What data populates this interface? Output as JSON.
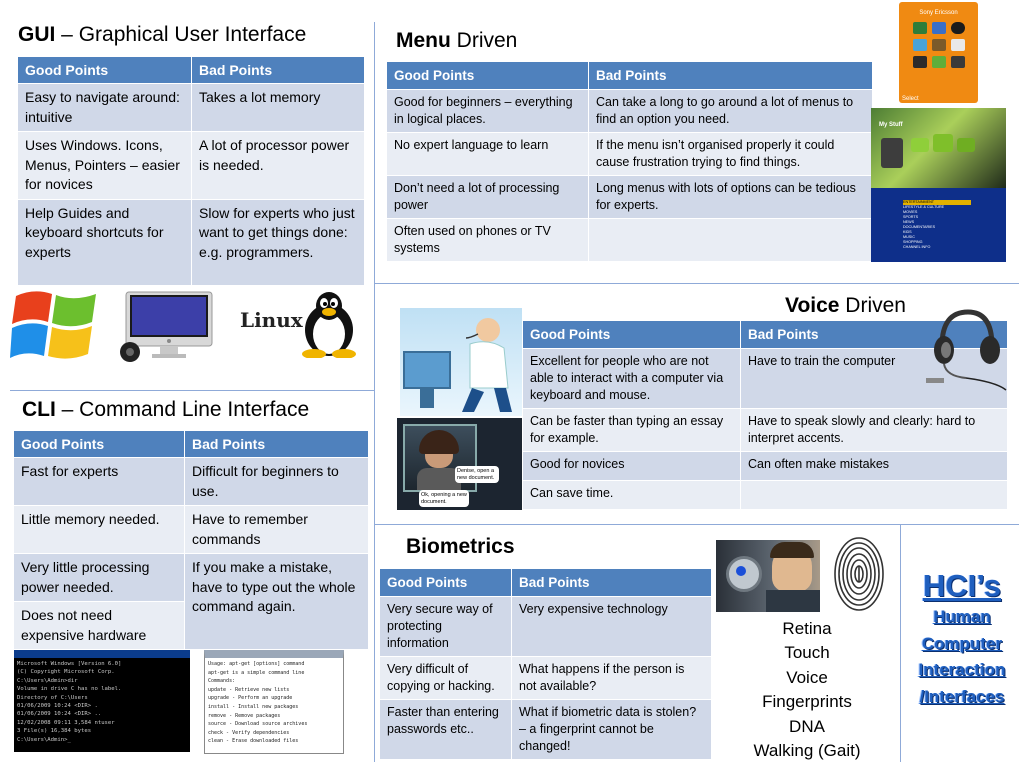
{
  "headers": {
    "good": "Good Points",
    "bad": "Bad Points"
  },
  "gui": {
    "title_bold": "GUI",
    "title_rest": " – Graphical User Interface",
    "rows": [
      {
        "good": "Easy to navigate around: intuitive",
        "bad": "Takes a lot memory"
      },
      {
        "good": "Uses Windows. Icons, Menus, Pointers – easier for novices",
        "bad": "A lot of processor power is needed."
      },
      {
        "good": "Help Guides and keyboard shortcuts for experts",
        "bad": "Slow for experts who just want to get things done: e.g. programmers."
      }
    ],
    "linux_logo": "Linux"
  },
  "cli": {
    "title_bold": "CLI",
    "title_rest": " – Command Line Interface",
    "rows": [
      {
        "good": "Fast for experts",
        "bad": "Difficult for beginners to use."
      },
      {
        "good": "Little memory needed.",
        "bad": "Have to remember commands"
      },
      {
        "good": "Very little processing power needed.",
        "bad": "If you make a mistake, have to type out the whole command again."
      },
      {
        "good": "Does not need expensive hardware",
        "bad": ""
      }
    ],
    "terminal_lines": [
      "Microsoft Windows [Version 6.0]",
      "(C) Copyright Microsoft Corp.",
      "C:\\Users\\Admin>dir",
      " Volume in drive C has no label.",
      " Directory of C:\\Users",
      "01/06/2009  10:24  <DIR>  .",
      "01/06/2009  10:24  <DIR>  ..",
      "12/02/2008  09:11   3,584 ntuser",
      "  3 File(s)  16,384 bytes",
      "C:\\Users\\Admin>_"
    ],
    "terminal2_lines": [
      "Usage: apt-get [options] command",
      "apt-get is a simple command line",
      "Commands:",
      "  update  - Retrieve new lists",
      "  upgrade - Perform an upgrade",
      "  install - Install new packages",
      "  remove  - Remove packages",
      "  source  - Download source archives",
      "  check   - Verify dependencies",
      "  clean   - Erase downloaded files"
    ]
  },
  "menu": {
    "title_bold": "Menu",
    "title_rest": " Driven",
    "rows": [
      {
        "good": "Good for beginners – everything in logical places.",
        "bad": "Can take a long to go around a lot of menus to find an option you need."
      },
      {
        "good": "No expert language to learn",
        "bad": "If the menu isn’t organised properly it could cause frustration trying to find things."
      },
      {
        "good": "Don’t need a lot of processing power",
        "bad": "Long menus with lots of options can be tedious for experts."
      },
      {
        "good": "Often used on phones or TV systems",
        "bad": ""
      }
    ],
    "phone_brand": "Sony Ericsson",
    "phone_softkey": "Select",
    "tv_label": "My Stuff",
    "tv_items": [
      "ENTERTAINMENT",
      "LIFESTYLE & CULTURE",
      "MOVIES",
      "SPORTS",
      "NEWS",
      "DOCUMENTARIES",
      "KIDS",
      "MUSIC",
      "SHOPPING",
      "CHANNEL INFO"
    ]
  },
  "voice": {
    "title_bold": "Voice",
    "title_rest": " Driven",
    "rows": [
      {
        "good": "Excellent for people who are not able to interact with a computer via keyboard and mouse.",
        "bad": "Have to train the computer"
      },
      {
        "good": "Can be faster than typing an essay for example.",
        "bad": "Have to speak slowly and clearly: hard to interpret accents."
      },
      {
        "good": "Good for novices",
        "bad": "Can often make mistakes"
      },
      {
        "good": "Can save time.",
        "bad": ""
      }
    ],
    "bubble1": "Denise, open a new document.",
    "bubble2": "Ok, opening a new document."
  },
  "bio": {
    "title": "Biometrics",
    "rows": [
      {
        "good": "Very secure way of protecting information",
        "bad": "Very expensive technology"
      },
      {
        "good": "Very difficult of copying or hacking.",
        "bad": "What happens if the person is not available?"
      },
      {
        "good": "Faster than entering passwords etc..",
        "bad": "What if biometric data is stolen? – a fingerprint cannot be changed!"
      }
    ],
    "list": [
      "Retina",
      "Touch",
      "Voice",
      "Fingerprints",
      "DNA",
      "Walking (Gait)"
    ]
  },
  "hci": {
    "title": "HCI’s",
    "lines": [
      "Human",
      "Computer",
      "Interaction",
      "/Interfaces"
    ]
  },
  "colors": {
    "header": "#4f81bd",
    "row": "#d0d8e8",
    "row_alt": "#e9edf4",
    "accent": "#1f5fbf"
  },
  "icons": [
    "windows-logo-icon",
    "imac-icon",
    "linux-tux-icon",
    "phone-icon",
    "tv-menu-icon",
    "headset-icon",
    "fingerprint-icon"
  ]
}
